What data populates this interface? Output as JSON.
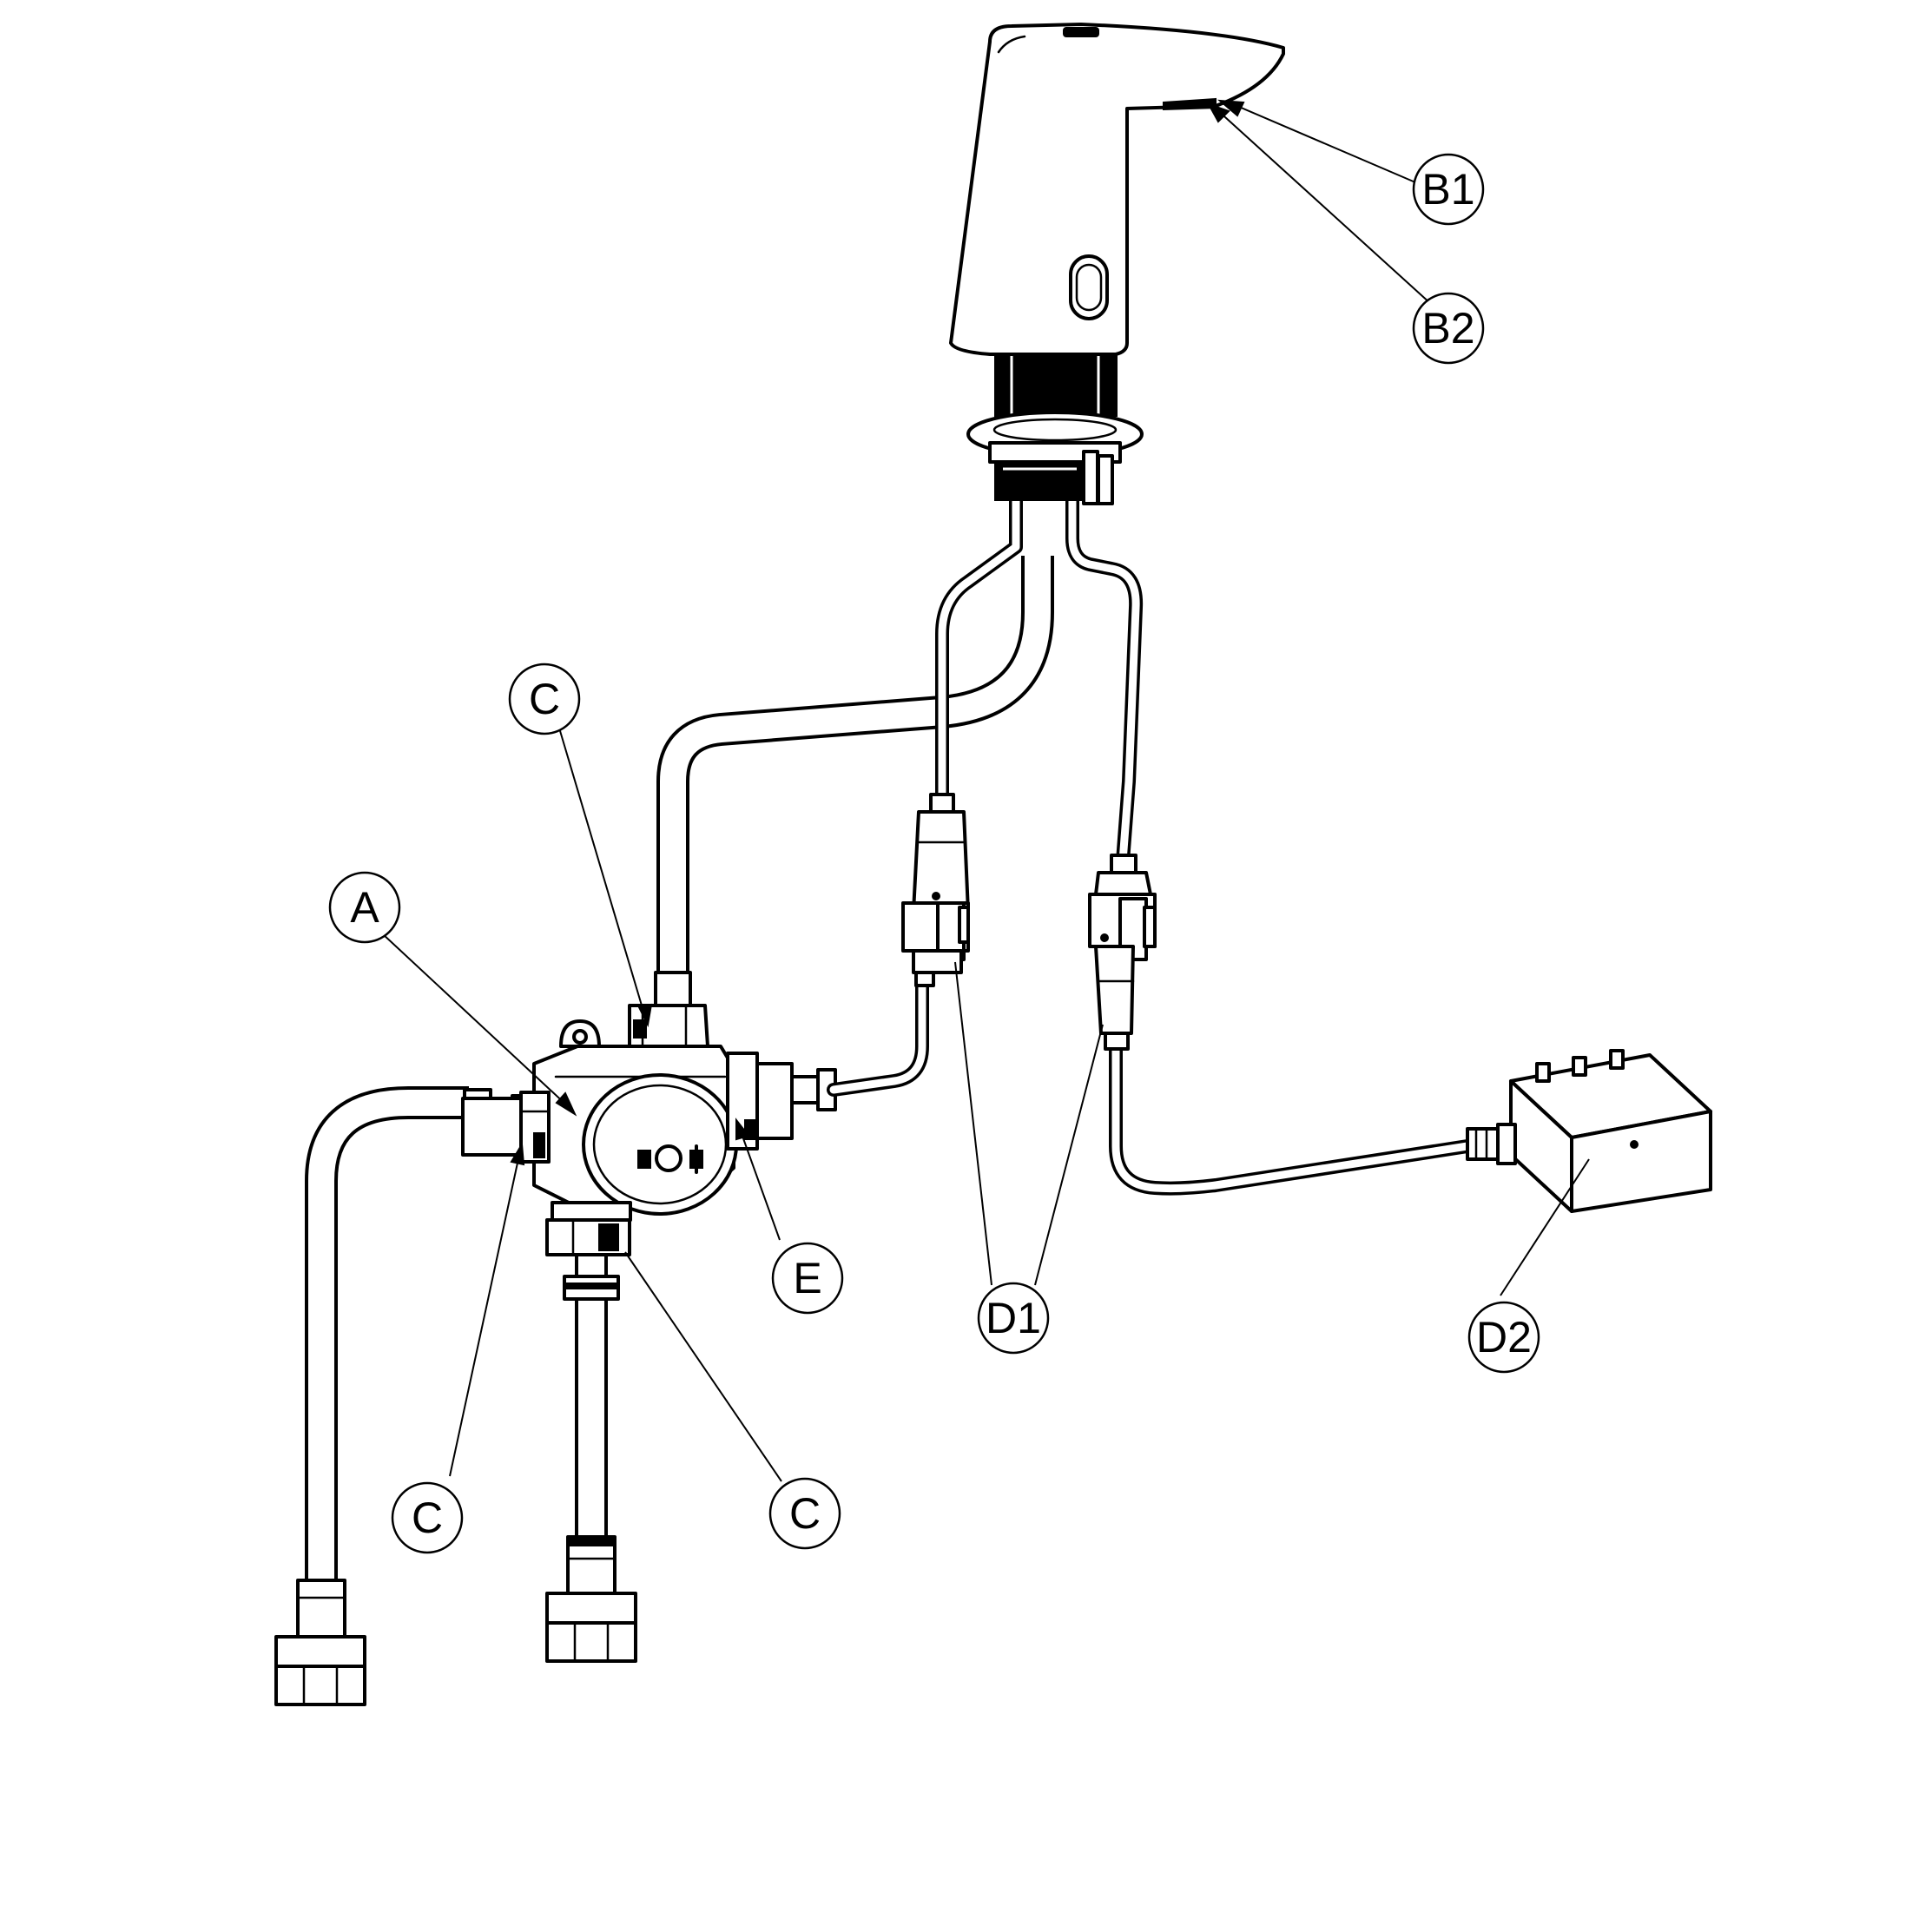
{
  "callouts": {
    "b1": "B1",
    "b2": "B2",
    "c_top": "C",
    "a": "A",
    "e": "E",
    "d1": "D1",
    "d2": "D2",
    "c_left": "C",
    "c_bottom": "C"
  }
}
